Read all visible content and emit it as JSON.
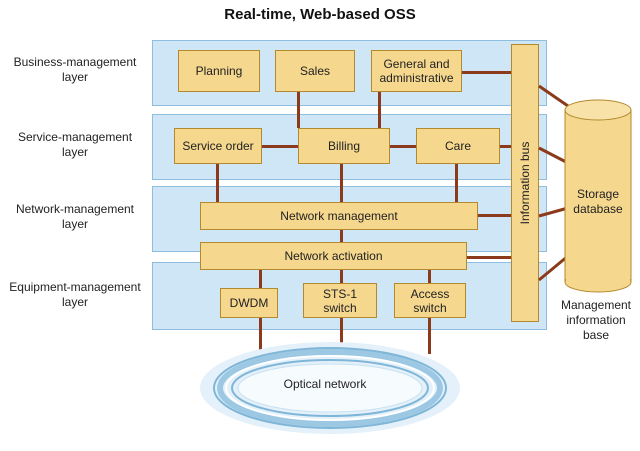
{
  "title": "Real-time, Web-based OSS",
  "layers": {
    "business": "Business-management layer",
    "service": "Service-management layer",
    "network": "Network-management layer",
    "equipment": "Equipment-management layer"
  },
  "boxes": {
    "planning": "Planning",
    "sales": "Sales",
    "general": "General and administrative",
    "service_order": "Service order",
    "billing": "Billing",
    "care": "Care",
    "network_management": "Network management",
    "network_activation": "Network activation",
    "dwdm": "DWDM",
    "sts1": "STS-1 switch",
    "access": "Access switch"
  },
  "information_bus": "Information bus",
  "storage_database": "Storage database",
  "management_information_base": "Management information base",
  "optical_network": "Optical network",
  "colors": {
    "band": "#cfe6f6",
    "box": "#f5d78e",
    "wire": "#8b3a1c",
    "ring": "#7fb6d8"
  }
}
